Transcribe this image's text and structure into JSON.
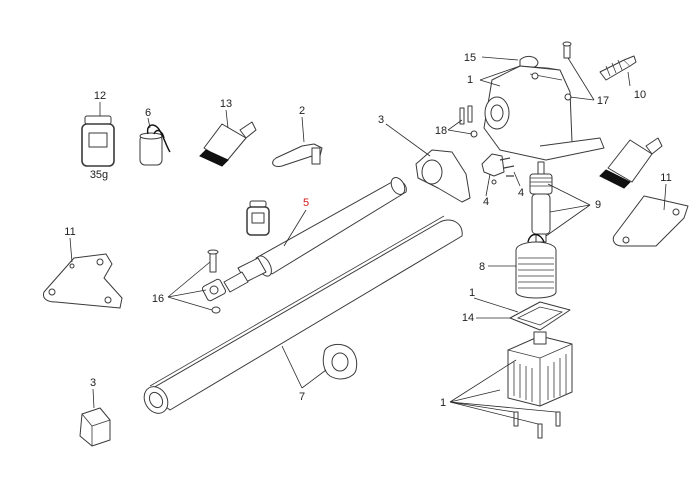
{
  "diagram": {
    "callouts": [
      {
        "id": "c12",
        "text": "12"
      },
      {
        "id": "c35g",
        "text": "35g"
      },
      {
        "id": "c6",
        "text": "6"
      },
      {
        "id": "c13",
        "text": "13"
      },
      {
        "id": "c2",
        "text": "2"
      },
      {
        "id": "c15",
        "text": "15"
      },
      {
        "id": "c1a",
        "text": "1"
      },
      {
        "id": "c17",
        "text": "17"
      },
      {
        "id": "c10",
        "text": "10"
      },
      {
        "id": "c3a",
        "text": "3"
      },
      {
        "id": "c18",
        "text": "18"
      },
      {
        "id": "c4a",
        "text": "4"
      },
      {
        "id": "c4b",
        "text": "4"
      },
      {
        "id": "c9",
        "text": "9"
      },
      {
        "id": "c11b",
        "text": "11"
      },
      {
        "id": "c5",
        "text": "5"
      },
      {
        "id": "c11a",
        "text": "11"
      },
      {
        "id": "c16",
        "text": "16"
      },
      {
        "id": "c8",
        "text": "8"
      },
      {
        "id": "c1b",
        "text": "1"
      },
      {
        "id": "c14",
        "text": "14"
      },
      {
        "id": "c7",
        "text": "7"
      },
      {
        "id": "c3b",
        "text": "3"
      },
      {
        "id": "c1c",
        "text": "1"
      }
    ],
    "highlight_color": "#d11a1a",
    "ink_color": "#3a3a3a"
  }
}
